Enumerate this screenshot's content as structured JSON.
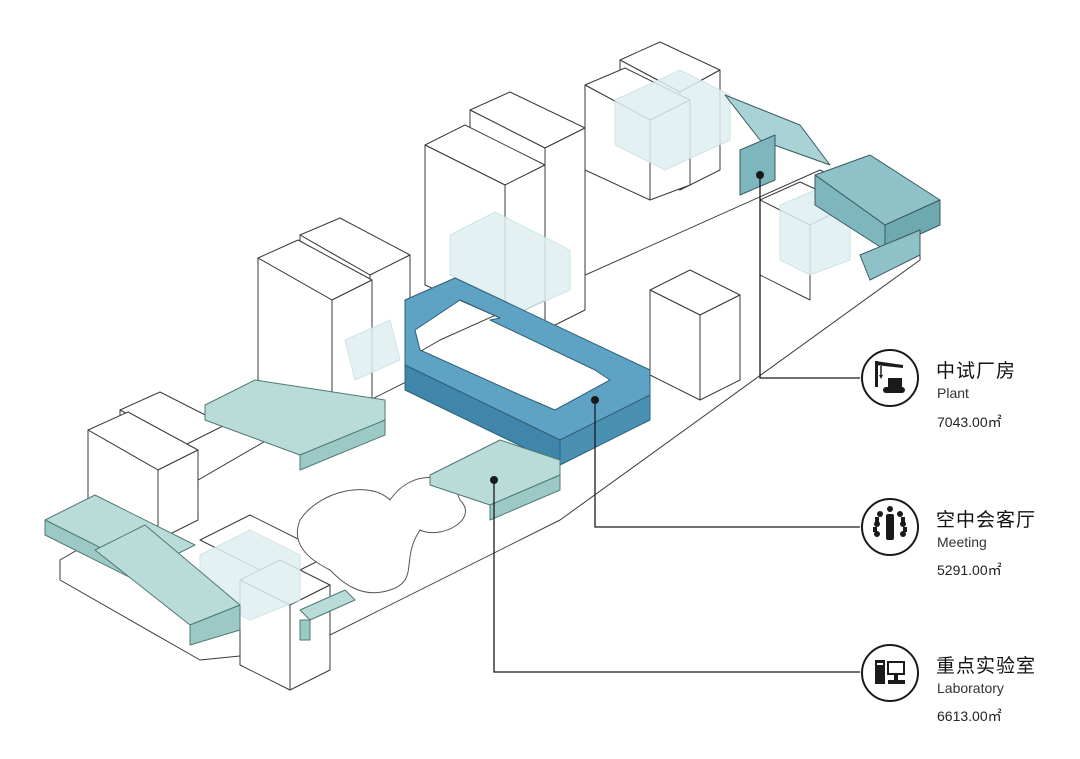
{
  "legend": [
    {
      "key": "plant",
      "name_zh": "中试厂房",
      "name_en": "Plant",
      "area": "7043.00㎡",
      "icon": "crane-icon"
    },
    {
      "key": "meeting",
      "name_zh": "空中会客厅",
      "name_en": "Meeting",
      "area": "5291.00㎡",
      "icon": "meeting-table-icon"
    },
    {
      "key": "lab",
      "name_zh": "重点实验室",
      "name_en": "Laboratory",
      "area": "6613.00㎡",
      "icon": "computer-icon"
    }
  ],
  "colors": {
    "building_fill": "#ffffff",
    "building_stroke": "#333333",
    "ghost_fill": "#dfeff1",
    "plant_fill": "#8fc2c8",
    "meeting_fill": "#5fa3c4",
    "lab_fill": "#b9dcd8",
    "leader": "#1a1a1a"
  }
}
